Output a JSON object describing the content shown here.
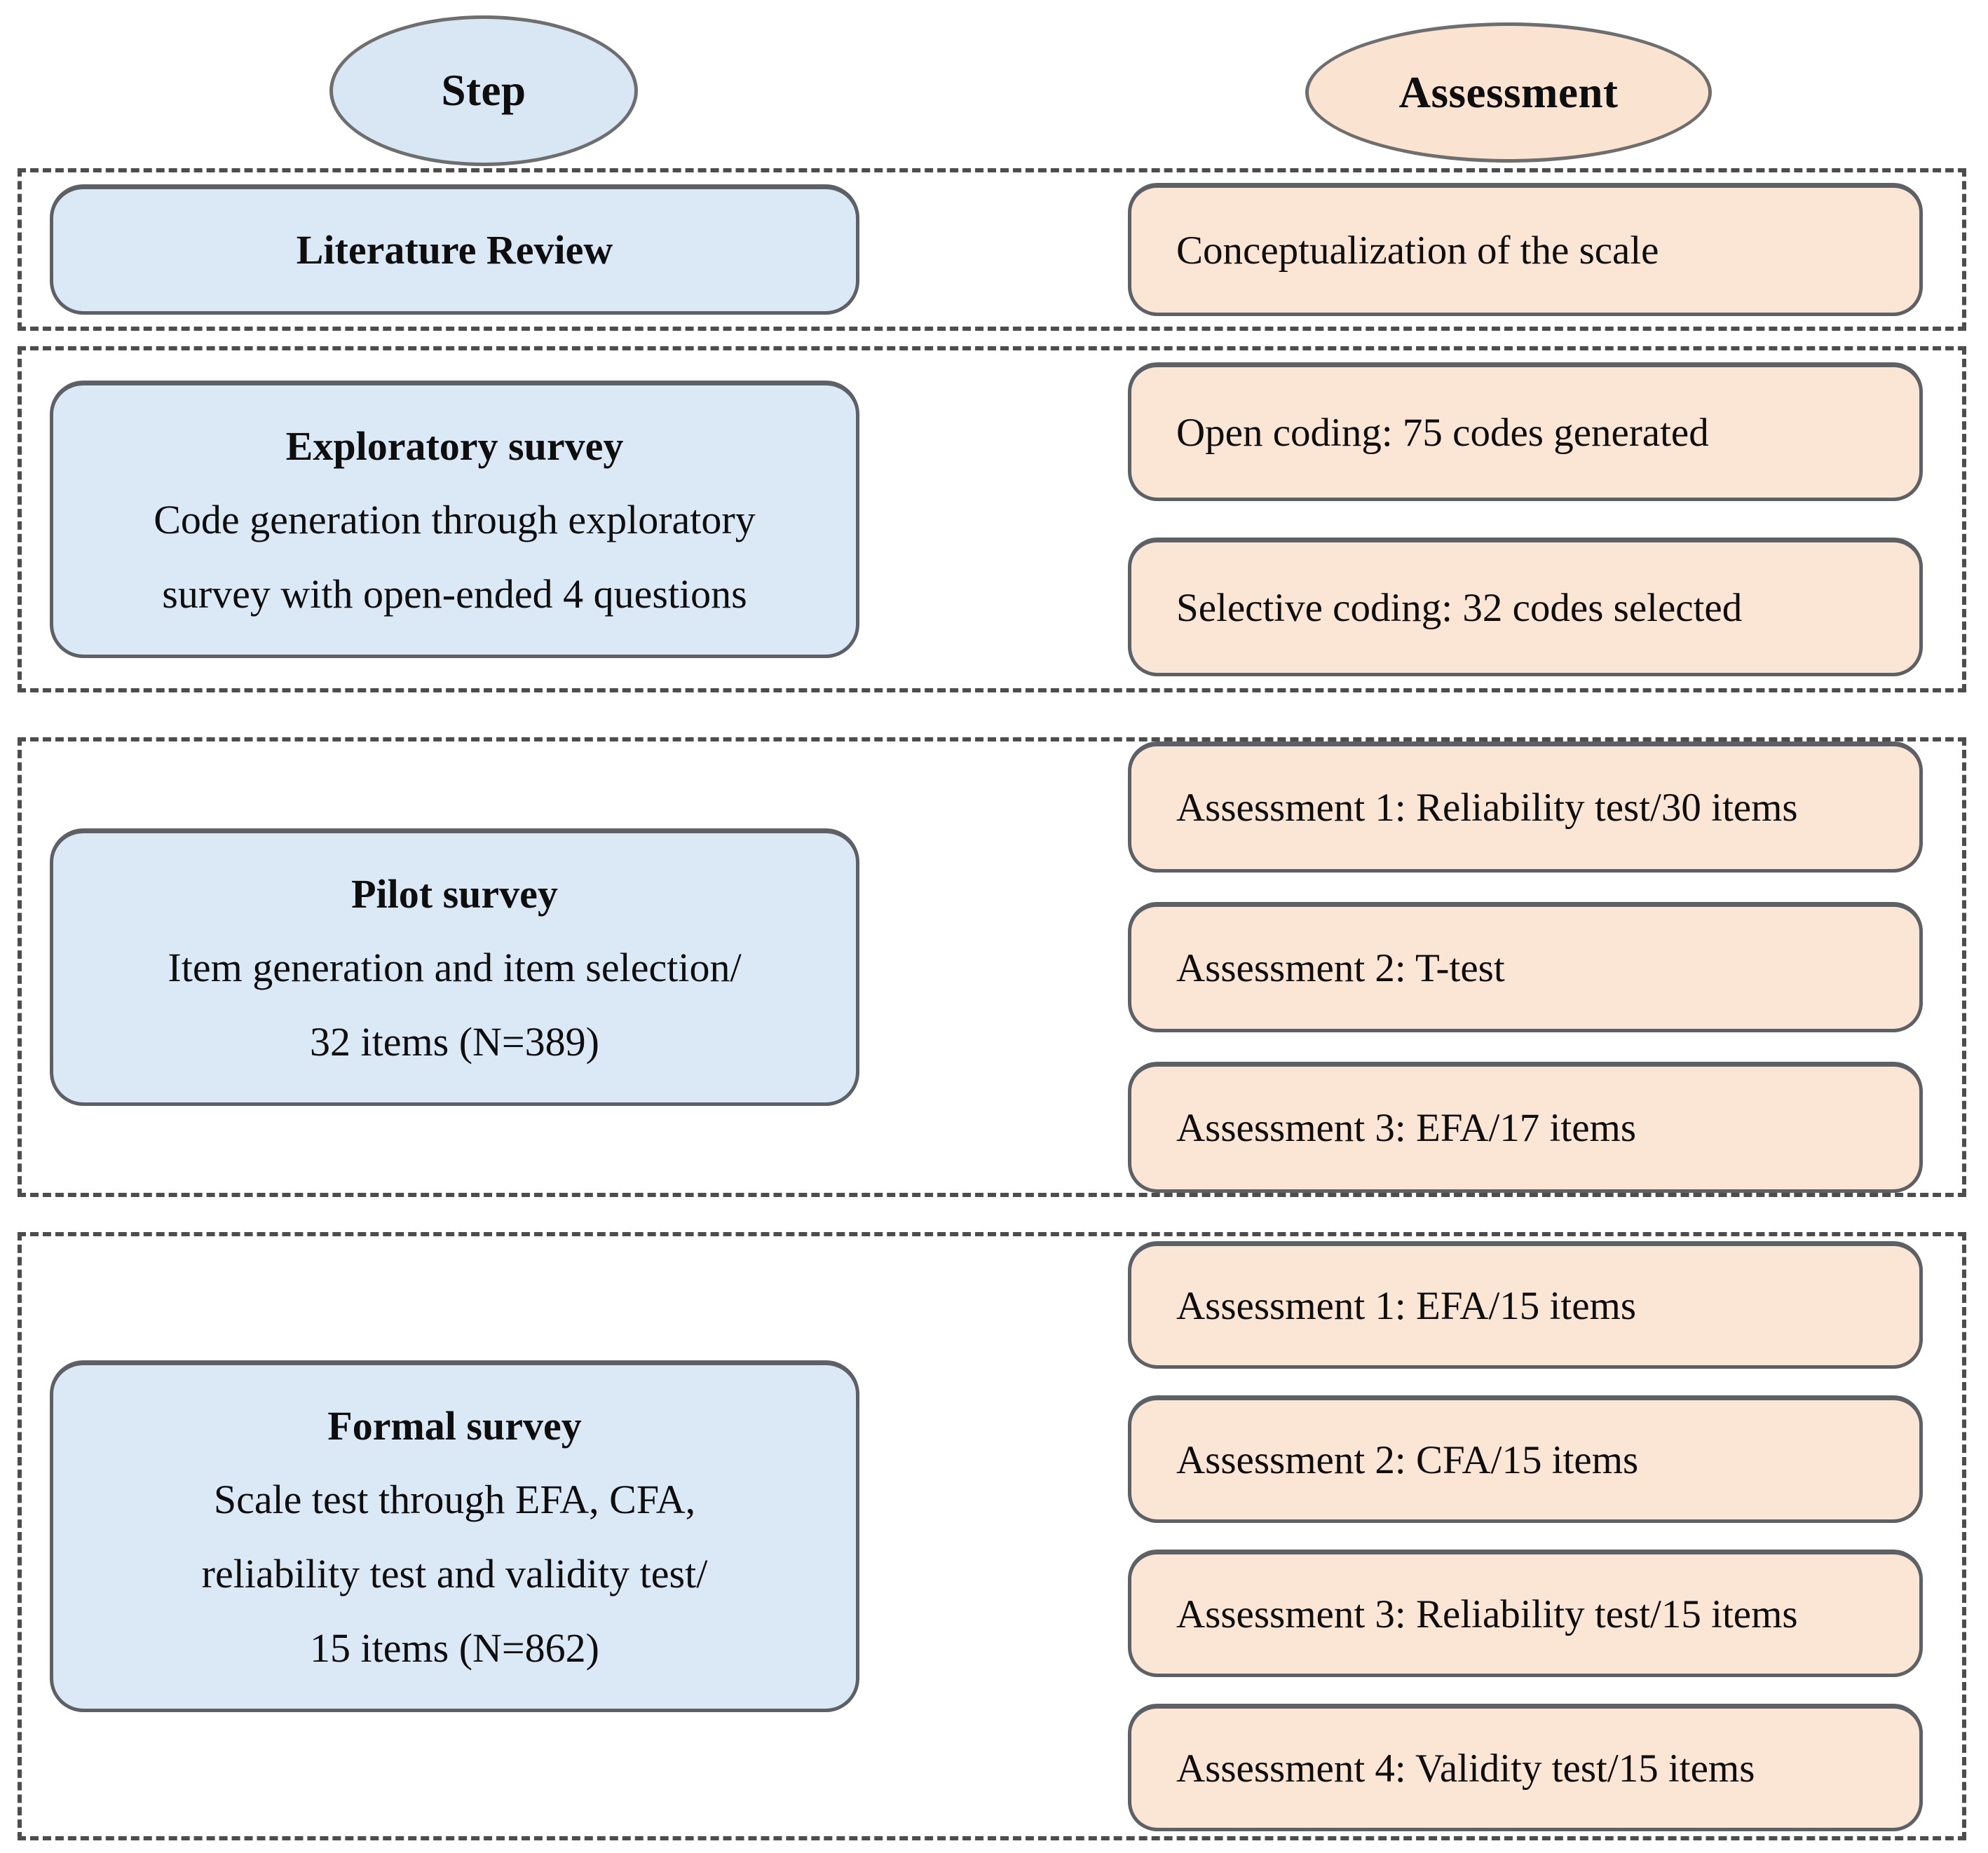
{
  "header": {
    "step_label": "Step",
    "assessment_label": "Assessment"
  },
  "colors": {
    "step_fill": "#dbe9f6",
    "assessment_fill": "#fbe5d5",
    "box_border": "#5d6166",
    "dashed_border": "#4d4d4d",
    "text": "#0e0e0e"
  },
  "rows": [
    {
      "step": {
        "title": "Literature Review",
        "lines": []
      },
      "assessments": [
        "Conceptualization of the scale"
      ]
    },
    {
      "step": {
        "title": "Exploratory survey",
        "lines": [
          "Code generation through exploratory",
          "survey with open-ended 4 questions"
        ]
      },
      "assessments": [
        "Open coding: 75 codes generated",
        "Selective coding: 32 codes selected"
      ]
    },
    {
      "step": {
        "title": "Pilot survey",
        "lines": [
          "Item generation and item selection/",
          "32 items (N=389)"
        ]
      },
      "assessments": [
        "Assessment 1: Reliability test/30 items",
        "Assessment 2: T-test",
        "Assessment 3: EFA/17 items"
      ]
    },
    {
      "step": {
        "title": "Formal survey",
        "lines": [
          "Scale test through EFA, CFA,",
          "reliability test and validity test/",
          "15 items (N=862)"
        ]
      },
      "assessments": [
        "Assessment 1: EFA/15 items",
        "Assessment 2: CFA/15 items",
        "Assessment 3: Reliability test/15 items",
        "Assessment 4: Validity test/15 items"
      ]
    }
  ]
}
